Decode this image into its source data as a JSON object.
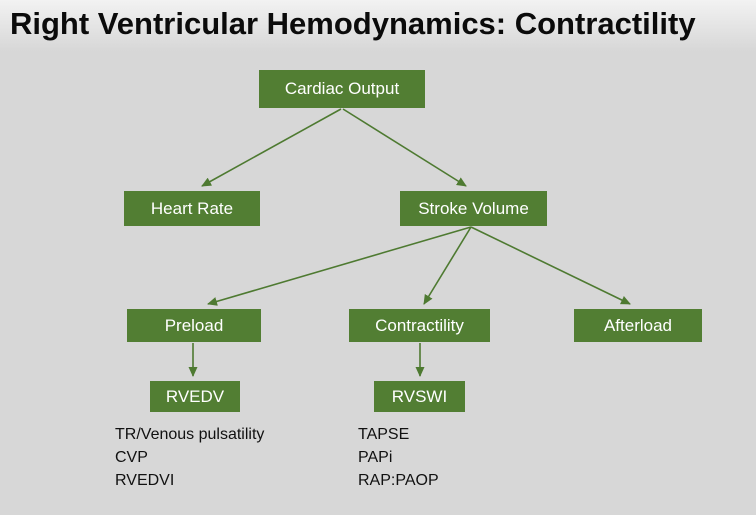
{
  "title": "Right Ventricular Hemodynamics: Contractility",
  "colors": {
    "bg": "#d7d7d7",
    "box-green": "#527e33",
    "arrow-green": "#4e7a31",
    "title-color": "#0b0b0b",
    "body-text": "#111111"
  },
  "nodes": {
    "cardiac_output": "Cardiac Output",
    "heart_rate": "Heart Rate",
    "stroke_volume": "Stroke Volume",
    "preload": "Preload",
    "contractility": "Contractility",
    "afterload": "Afterload",
    "rvedv": "RVEDV",
    "rvswi": "RVSWI"
  },
  "preload_measures": {
    "0": "TR/Venous pulsatility",
    "1": "CVP",
    "2": "RVEDVI"
  },
  "contractility_measures": {
    "0": "TAPSE",
    "1": "PAPi",
    "2": "RAP:PAOP"
  }
}
